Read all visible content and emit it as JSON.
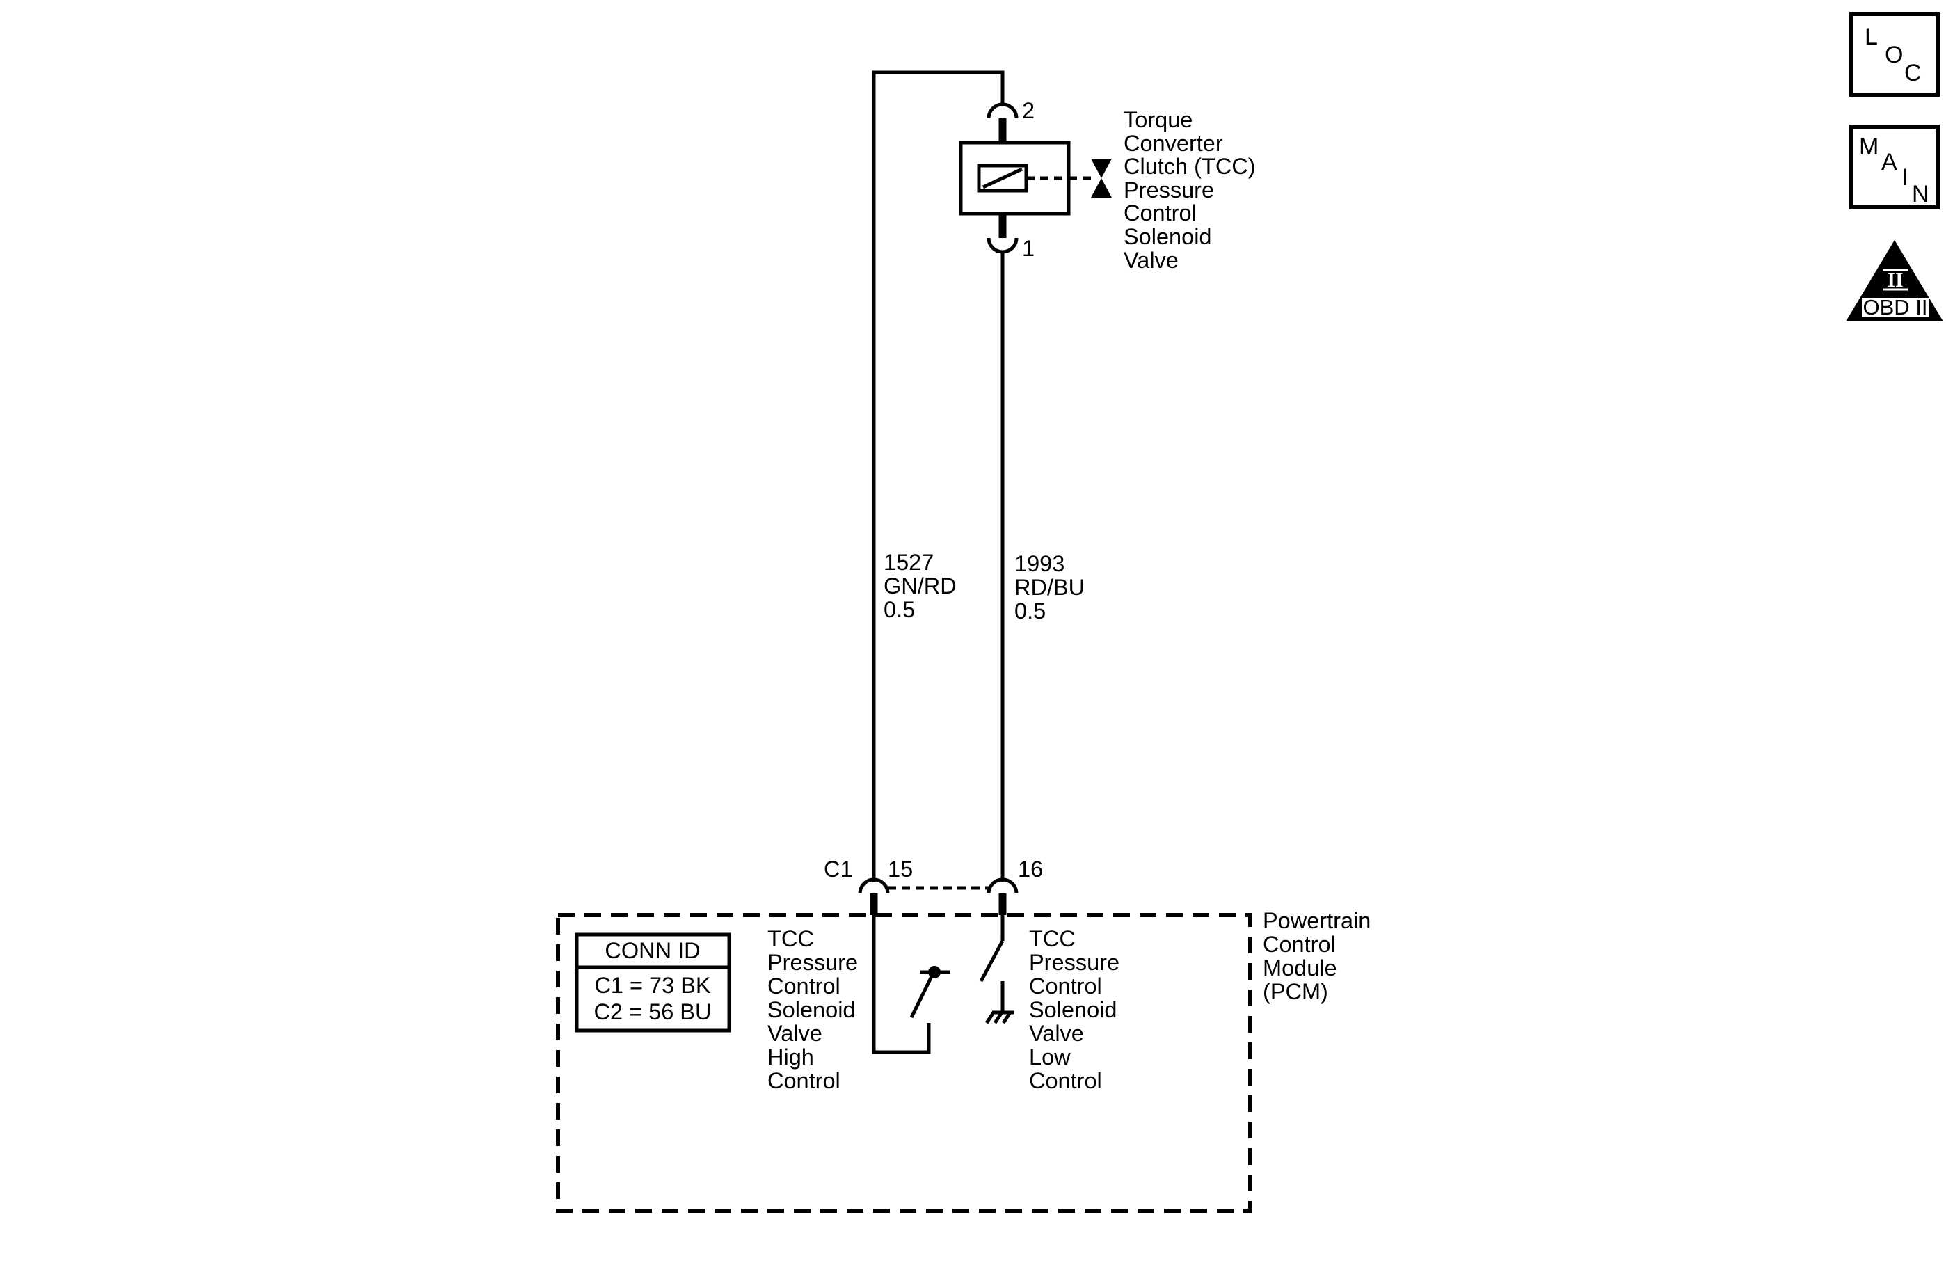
{
  "solenoid": {
    "lines": [
      "Torque",
      "Converter",
      "Clutch (TCC)",
      "Pressure",
      "Control",
      "Solenoid",
      "Valve"
    ],
    "pin_top": "2",
    "pin_bottom": "1"
  },
  "wires": {
    "left": {
      "circuit": "1527",
      "color": "GN/RD",
      "size": "0.5"
    },
    "right": {
      "circuit": "1993",
      "color": "RD/BU",
      "size": "0.5"
    }
  },
  "pcm": {
    "connector": "C1",
    "pin_left": "15",
    "pin_right": "16",
    "name_lines": [
      "Powertrain",
      "Control",
      "Module",
      "(PCM)"
    ],
    "high_lines": [
      "TCC",
      "Pressure",
      "Control",
      "Solenoid",
      "Valve",
      "High",
      "Control"
    ],
    "low_lines": [
      "TCC",
      "Pressure",
      "Control",
      "Solenoid",
      "Valve",
      "Low",
      "Control"
    ]
  },
  "conn_id": {
    "title": "CONN ID",
    "rows": [
      "C1 = 73 BK",
      "C2 = 56 BU"
    ]
  },
  "nav": {
    "loc": [
      "L",
      "O",
      "C"
    ],
    "main": [
      "M",
      "A",
      "I",
      "N"
    ],
    "obd": {
      "numeral": "II",
      "label": "OBD II"
    }
  }
}
